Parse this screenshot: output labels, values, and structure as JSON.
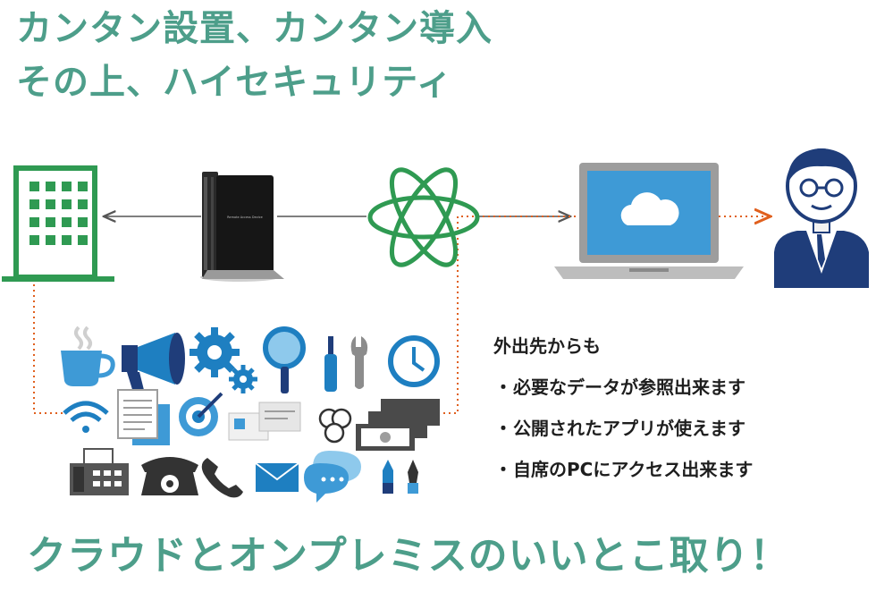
{
  "headline": {
    "line1": "カンタン設置、カンタン導入",
    "line2": "その上、ハイセキュリティ"
  },
  "features": {
    "title": "外出先からも",
    "items": [
      "必要なデータが参照出来ます",
      "公開されたアプリが使えます",
      "自席のPCにアクセス出来ます"
    ],
    "bullet": "・"
  },
  "footer": "クラウドとオンプレミスのいいとこ取り！",
  "device_label": "Remote Access Device",
  "icons": [
    "office-building-icon",
    "server-device-icon",
    "network-orbit-icon",
    "laptop-cloud-icon",
    "businessman-icon",
    "coffee-cup-icon",
    "megaphone-icon",
    "gear-icon",
    "magnifier-icon",
    "tools-icon",
    "clock-icon",
    "wifi-icon",
    "document-icon",
    "target-icon",
    "id-card-icon",
    "coins-icon",
    "banknotes-icon",
    "fax-icon",
    "rotary-phone-icon",
    "handset-icon",
    "envelope-icon",
    "chat-bubble-icon",
    "pencil-pen-icon"
  ],
  "colors": {
    "teal": "#4d9e8a",
    "green": "#2f9a52",
    "orange_dashed": "#e0601e",
    "blue": "#1e7fc1",
    "navy": "#1f3d7a",
    "screen_blue": "#3e9ad6",
    "dark_gray": "#333333"
  }
}
